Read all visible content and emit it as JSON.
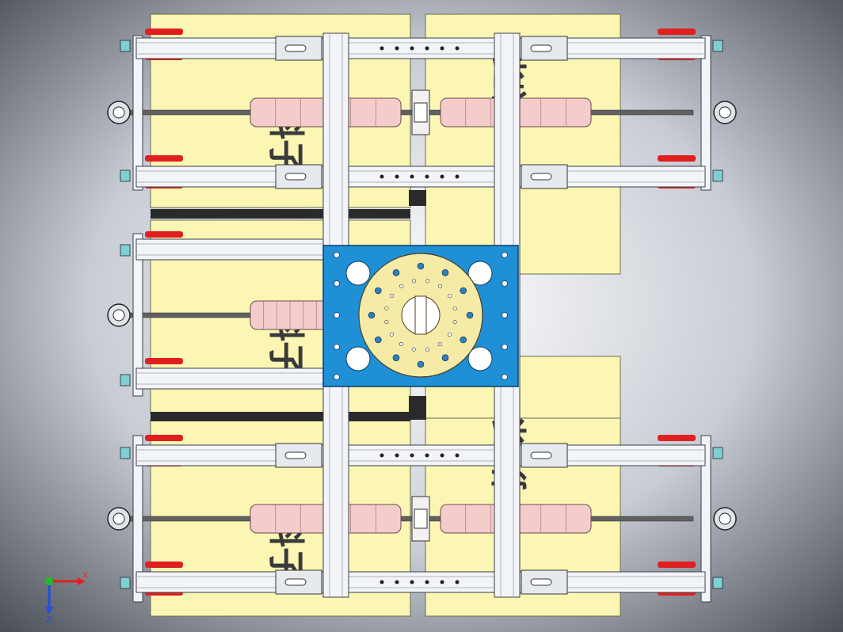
{
  "viewport": {
    "background": {
      "center": "#ffffff",
      "mid": "#c8ccd4",
      "edge": "#4a4f58"
    },
    "colors": {
      "board": "#fbf6b4",
      "board_stroke": "#6a6a50",
      "frame": "#f2f4f8",
      "frame_stroke": "#3a3e48",
      "plate": "#1f8fd6",
      "plate_stroke": "#0b3d66",
      "flange": "#f6eba6",
      "cylinder": "#f4cccc",
      "pad": "#e02020",
      "rod": "#606060",
      "dark_strip": "#2a2a2a",
      "fitting": "#7fd0d0"
    },
    "board_text": {
      "left": "斜子",
      "right": "拱睬"
    },
    "triad": {
      "x_label": "X",
      "z_label": "Z",
      "x_color": "#e02020",
      "y_color": "#20c020",
      "z_color": "#2050e0"
    }
  }
}
